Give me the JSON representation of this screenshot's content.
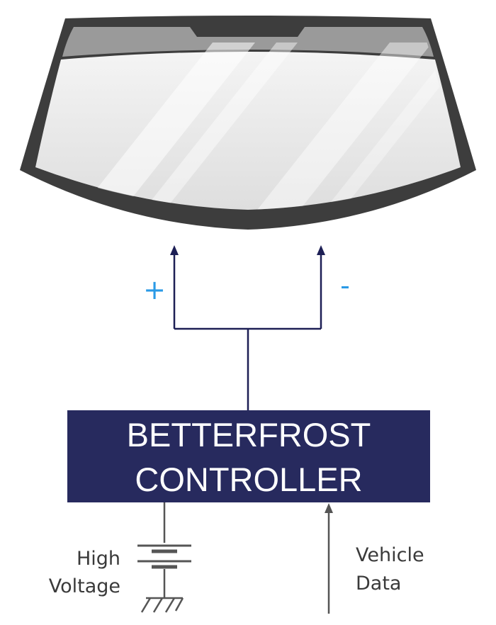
{
  "controller": {
    "line1": "BETTERFROST",
    "line2": "CONTROLLER"
  },
  "terminals": {
    "positive": "+",
    "negative": "-"
  },
  "inputs": {
    "power": {
      "line1": "High",
      "line2": "Voltage"
    },
    "data": {
      "line1": "Vehicle",
      "line2": "Data"
    }
  },
  "colors": {
    "controller_fill": "#272a5e",
    "wire": "#1d1f55",
    "sign": "#2a9ae6",
    "windshield_frame": "#3d3d3d",
    "input_line": "#555555"
  }
}
